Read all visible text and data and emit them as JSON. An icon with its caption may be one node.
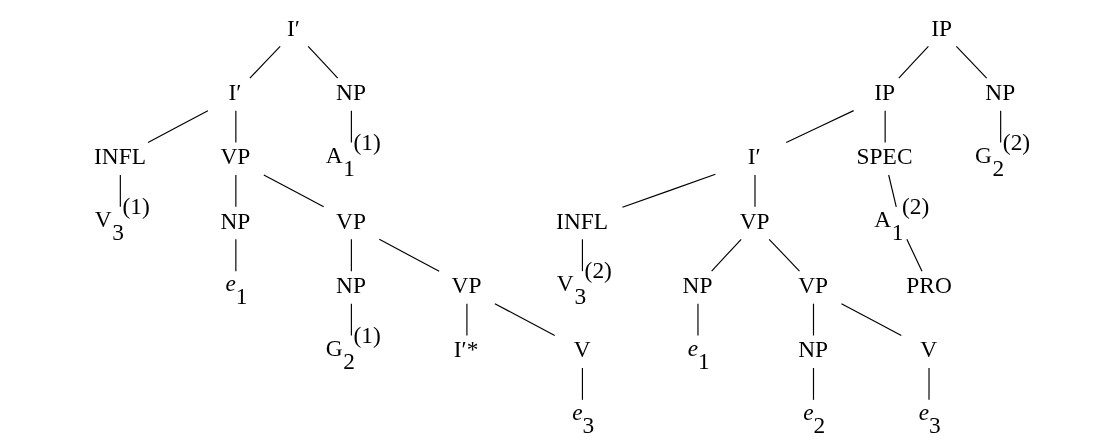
{
  "diagram": {
    "nodes": [
      {
        "text": [
          "I′"
        ]
      },
      {
        "text": [
          "I′"
        ]
      },
      {
        "text": [
          "NP"
        ]
      },
      {
        "text": [
          "INFL"
        ]
      },
      {
        "text": [
          "VP"
        ]
      },
      {
        "text": [
          "A$_{1}$$^{(1)}$"
        ]
      },
      {
        "text": [
          "V$_{3}$$^{(1)}$"
        ]
      },
      {
        "text": [
          "NP"
        ]
      },
      {
        "text": [
          "VP"
        ]
      },
      {
        "text": [
          "*e*$_{1}$"
        ]
      },
      {
        "text": [
          "NP"
        ]
      },
      {
        "text": [
          "VP"
        ]
      },
      {
        "text": [
          "G$_{2}$$^{(1)}$"
        ]
      },
      {
        "text": [
          "I′*"
        ]
      },
      {
        "text": [
          "V"
        ]
      },
      {
        "text": [
          "*e*$_{3}$"
        ]
      },
      {
        "text": [
          "IP"
        ]
      },
      {
        "text": [
          "IP"
        ]
      },
      {
        "text": [
          "NP"
        ]
      },
      {
        "text": [
          "G$_{2}$$^{(2)}$"
        ]
      },
      {
        "text": [
          "I′"
        ]
      },
      {
        "text": [
          "SPEC"
        ]
      },
      {
        "text": [
          "INFL"
        ]
      },
      {
        "text": [
          "VP"
        ]
      },
      {
        "text": [
          "A$_{1}$$^{(2)}$"
        ]
      },
      {
        "text": [
          "V$_{3}$$^{(2)}$"
        ]
      },
      {
        "text": [
          "NP"
        ]
      },
      {
        "text": [
          "VP"
        ]
      },
      {
        "text": [
          "PRO"
        ]
      },
      {
        "text": [
          "*e*$_{1}$"
        ]
      },
      {
        "text": [
          "NP"
        ]
      },
      {
        "text": [
          "V"
        ]
      },
      {
        "text": [
          "*e*$_{2}$"
        ]
      },
      {
        "text": [
          "*e*$_{3}$"
        ]
      }
    ],
    "edges": [
      {
        "from": 0,
        "to": 1,
        "arrow": "none"
      },
      {
        "from": 0,
        "to": 2,
        "arrow": "none"
      },
      {
        "from": 1,
        "to": 3,
        "arrow": "none"
      },
      {
        "from": 1,
        "to": 4,
        "arrow": "none"
      },
      {
        "from": 2,
        "to": 5,
        "arrow": "none"
      },
      {
        "from": 3,
        "to": 6,
        "arrow": "none"
      },
      {
        "from": 4,
        "to": 7,
        "arrow": "none"
      },
      {
        "from": 4,
        "to": 8,
        "arrow": "none"
      },
      {
        "from": 7,
        "to": 9,
        "arrow": "none"
      },
      {
        "from": 8,
        "to": 10,
        "arrow": "none"
      },
      {
        "from": 8,
        "to": 11,
        "arrow": "none"
      },
      {
        "from": 10,
        "to": 12,
        "arrow": "none"
      },
      {
        "from": 11,
        "to": 13,
        "arrow": "none"
      },
      {
        "from": 11,
        "to": 14,
        "arrow": "none"
      },
      {
        "from": 14,
        "to": 15,
        "arrow": "none"
      },
      {
        "from": 16,
        "to": 17,
        "arrow": "none"
      },
      {
        "from": 16,
        "to": 18,
        "arrow": "none"
      },
      {
        "from": 18,
        "to": 19,
        "arrow": "none"
      },
      {
        "from": 17,
        "to": 20,
        "arrow": "none"
      },
      {
        "from": 17,
        "to": 21,
        "arrow": "none"
      },
      {
        "from": 20,
        "to": 22,
        "arrow": "none"
      },
      {
        "from": 20,
        "to": 23,
        "arrow": "none"
      },
      {
        "from": 21,
        "to": 24,
        "arrow": "none"
      },
      {
        "from": 24,
        "to": 28,
        "arrow": "none"
      },
      {
        "from": 22,
        "to": 25,
        "arrow": "none"
      },
      {
        "from": 23,
        "to": 26,
        "arrow": "none"
      },
      {
        "from": 23,
        "to": 27,
        "arrow": "none"
      },
      {
        "from": 26,
        "to": 29,
        "arrow": "none"
      },
      {
        "from": 27,
        "to": 30,
        "arrow": "none"
      },
      {
        "from": 27,
        "to": 31,
        "arrow": "none"
      },
      {
        "from": 30,
        "to": 32,
        "arrow": "none"
      },
      {
        "from": 31,
        "to": 33,
        "arrow": "none"
      }
    ]
  }
}
